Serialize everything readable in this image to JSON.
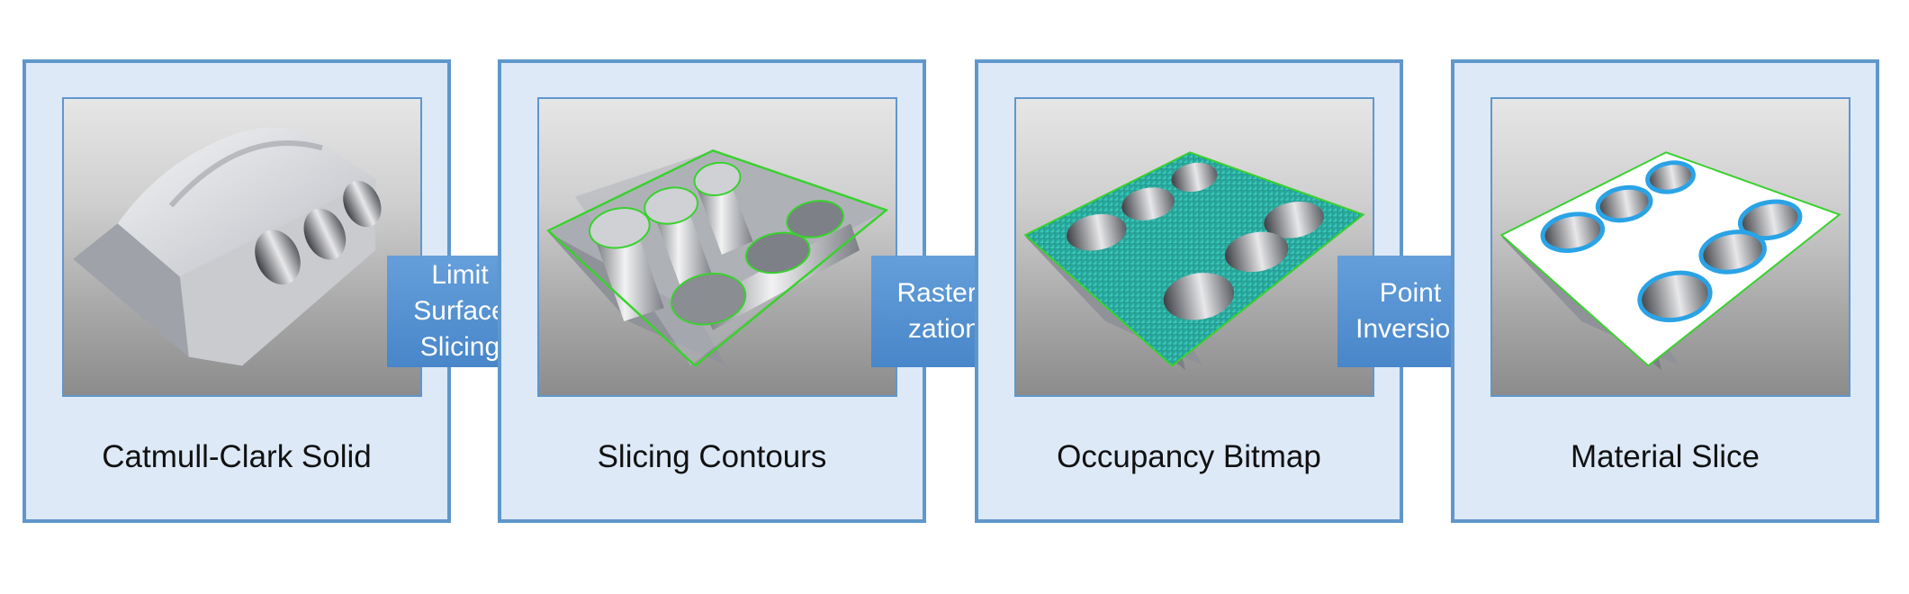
{
  "stages": [
    {
      "caption": "Catmull-Clark Solid",
      "image": "catmull-clark-solid-render"
    },
    {
      "caption": "Slicing Contours",
      "image": "slicing-contours-render"
    },
    {
      "caption": "Occupancy Bitmap",
      "image": "occupancy-bitmap-render"
    },
    {
      "caption": "Material Slice",
      "image": "material-slice-render"
    }
  ],
  "arrows": [
    {
      "label": "Limit\nSurface\nSlicing"
    },
    {
      "label": "Rasteri-\nzation"
    },
    {
      "label": "Point\nInversion"
    }
  ],
  "colors": {
    "panel_fill": "#dde9f7",
    "panel_border": "#5f97cc",
    "arrow_fill": "#5b95d3",
    "contour_green": "#39d12e",
    "bitmap_teal": "#2fbfae",
    "inversion_blue": "#2aa3e6"
  }
}
